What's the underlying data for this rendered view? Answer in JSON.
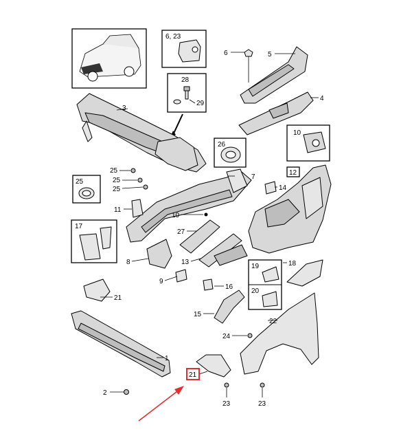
{
  "callouts": {
    "c1": "1",
    "c2": "2",
    "c3": "3",
    "c4": "4",
    "c5": "5",
    "c6": "6",
    "c7": "7",
    "c8": "8",
    "c9": "9",
    "c10": "10",
    "c11": "11",
    "c13": "13",
    "c14": "14",
    "c15": "15",
    "c16": "16",
    "c18": "18",
    "c21": "21",
    "c22": "22",
    "c23a": "23",
    "c23b": "23",
    "c24": "24",
    "c25a": "25",
    "c25b": "25",
    "c25c": "25",
    "c27": "27"
  },
  "boxes": {
    "b623": "6, 23",
    "b28": "28",
    "b29": "29",
    "b10": "10",
    "b26": "26",
    "b12": "12",
    "b25": "25",
    "b17": "17",
    "b19": "19",
    "b20": "20",
    "b21": "21"
  },
  "colors": {
    "highlight": "#e03030",
    "line": "#000000",
    "part_fill": "#d8d8d8"
  }
}
